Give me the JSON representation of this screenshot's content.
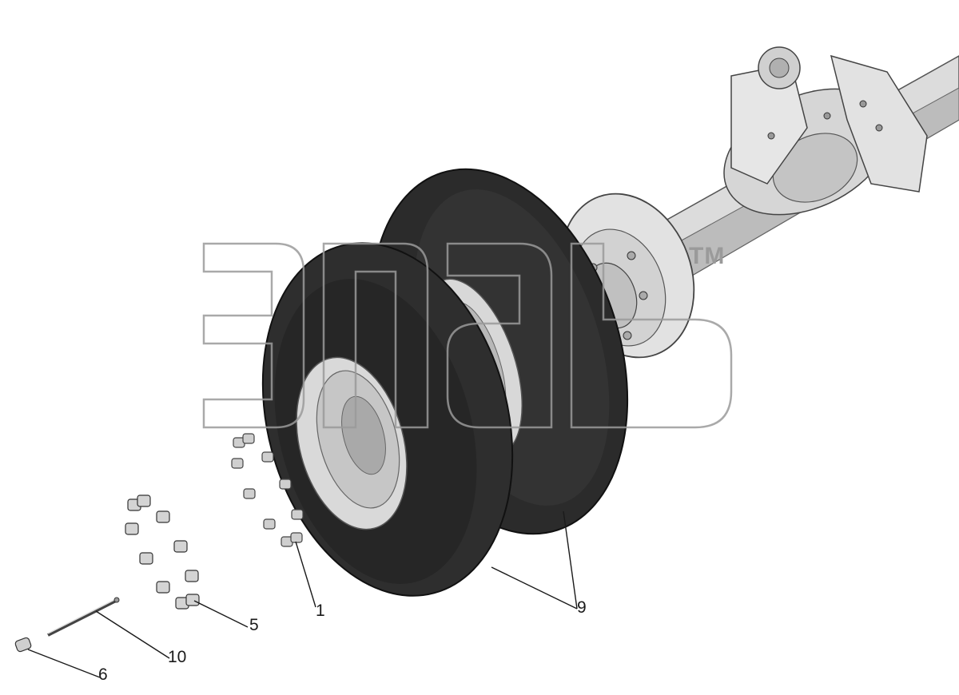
{
  "diagram": {
    "type": "exploded-parts-view",
    "watermark": {
      "trademark": "TM"
    },
    "callouts": [
      {
        "id": "callout-1",
        "text": "1"
      },
      {
        "id": "callout-5",
        "text": "5"
      },
      {
        "id": "callout-6",
        "text": "6"
      },
      {
        "id": "callout-9",
        "text": "9"
      },
      {
        "id": "callout-10",
        "text": "10"
      }
    ]
  },
  "colors": {
    "tire": "#2e2e2e",
    "tire_dark": "#1c1c1c",
    "rim": "#cfcfcf",
    "metal_light": "#e4e4e4",
    "metal_mid": "#bdbdbd",
    "watermark": "#9a9a9a",
    "line": "#1a1a1a"
  }
}
